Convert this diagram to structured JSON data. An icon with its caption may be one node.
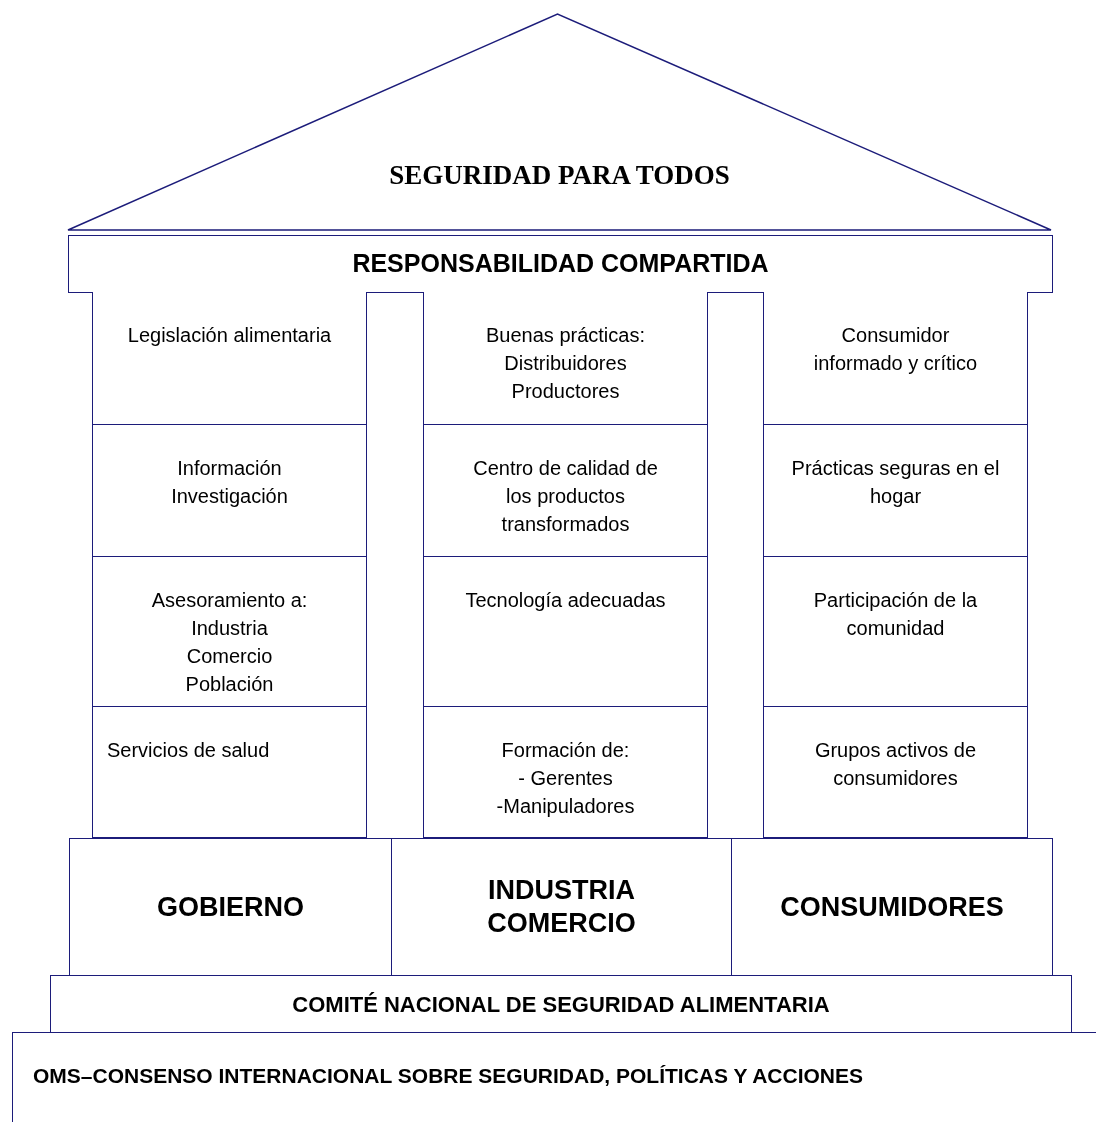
{
  "diagram": {
    "nodes": [
      {
        "text": [
          "SEGURIDAD PARA TODOS"
        ]
      },
      {
        "text": [
          "RESPONSABILIDAD COMPARTIDA"
        ]
      },
      {
        "text": [
          "Legislación alimentaria"
        ]
      },
      {
        "text": [
          "Buenas prácticas:",
          "Distribuidores",
          "Productores"
        ]
      },
      {
        "text": [
          "Consumidor informado y crítico"
        ]
      },
      {
        "text": [
          "Información",
          "Investigación"
        ]
      },
      {
        "text": [
          "Centro de calidad de los productos transformados"
        ]
      },
      {
        "text": [
          "Prácticas seguras en el hogar"
        ]
      },
      {
        "text": [
          "Asesoramiento a:",
          "Industria",
          "Comercio",
          "Población"
        ]
      },
      {
        "text": [
          "Tecnología adecuadas"
        ]
      },
      {
        "text": [
          "Participación de la comunidad"
        ]
      },
      {
        "text": [
          "Servicios de salud"
        ]
      },
      {
        "text": [
          "Formación de:",
          "- Gerentes",
          "-Manipuladores"
        ]
      },
      {
        "text": [
          "Grupos activos de consumidores"
        ]
      },
      {
        "text": [
          "GOBIERNO"
        ]
      },
      {
        "text": [
          "INDUSTRIA COMERCIO"
        ]
      },
      {
        "text": [
          "CONSUMIDORES"
        ]
      },
      {
        "text": [
          "COMITÉ NACIONAL DE SEGURIDAD ALIMENTARIA"
        ]
      },
      {
        "text": [
          "OMS–CONSENSO INTERNACIONAL SOBRE SEGURIDAD, POLÍTICAS Y ACCIONES"
        ]
      }
    ]
  }
}
